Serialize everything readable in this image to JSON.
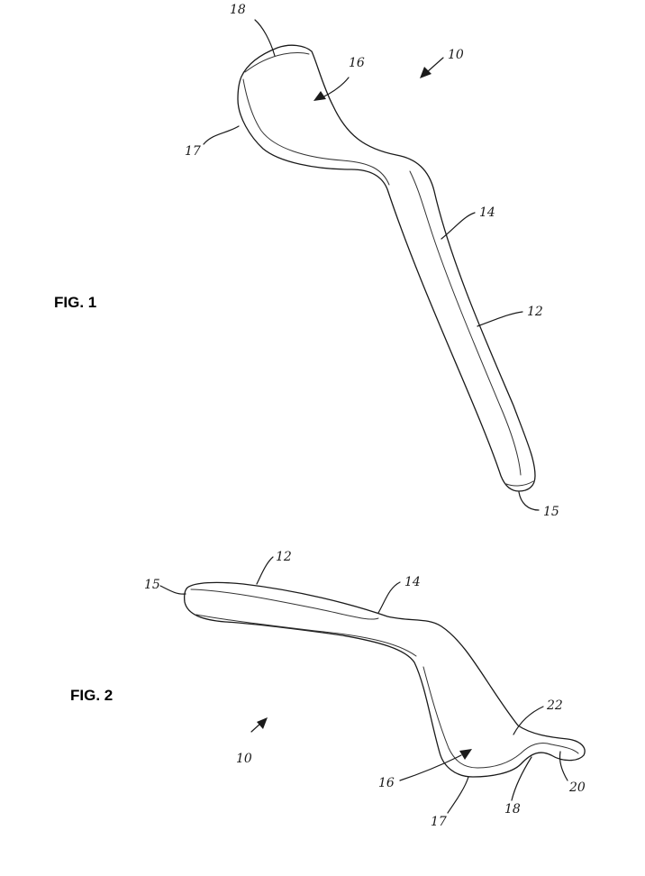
{
  "figures": [
    {
      "title": "FIG. 1",
      "reference_numerals": [
        "18",
        "16",
        "10",
        "17",
        "14",
        "12",
        "15"
      ]
    },
    {
      "title": "FIG. 2",
      "reference_numerals": [
        "15",
        "12",
        "14",
        "22",
        "10",
        "16",
        "17",
        "18",
        "20"
      ]
    }
  ]
}
